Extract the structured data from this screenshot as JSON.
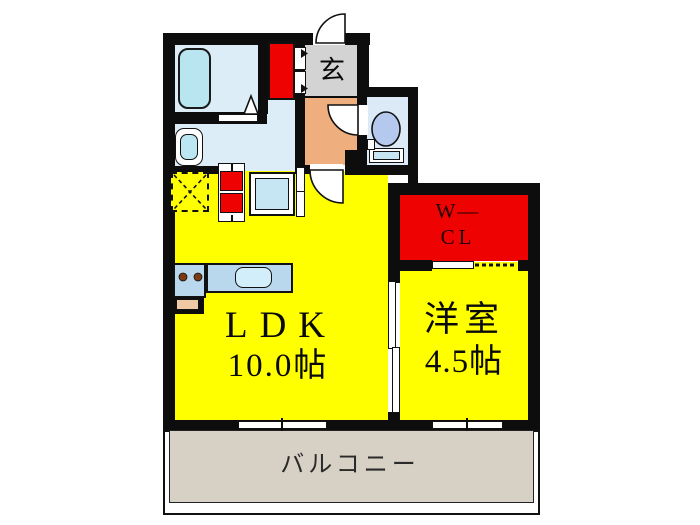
{
  "plan": {
    "labels": {
      "genkan": "玄",
      "wcl_line1": "W—",
      "wcl_line2": "CL",
      "ldk_name": "LDK",
      "ldk_size": "10.0帖",
      "western_name": "洋室",
      "western_size": "4.5帖",
      "balcony": "バルコニー"
    },
    "colors": {
      "room_yellow": "#ffff00",
      "closet_red": "#ee0202",
      "hallway_orange": "#efae7d",
      "genkan_gray": "#d3d3d3",
      "wet_area_blue": "#dcedf8",
      "counter_blue": "#b9d8ee",
      "fixture_blue": "#bce6f2",
      "balcony_beige": "#d7d0c5",
      "wall_black": "#0d0d0d"
    }
  }
}
